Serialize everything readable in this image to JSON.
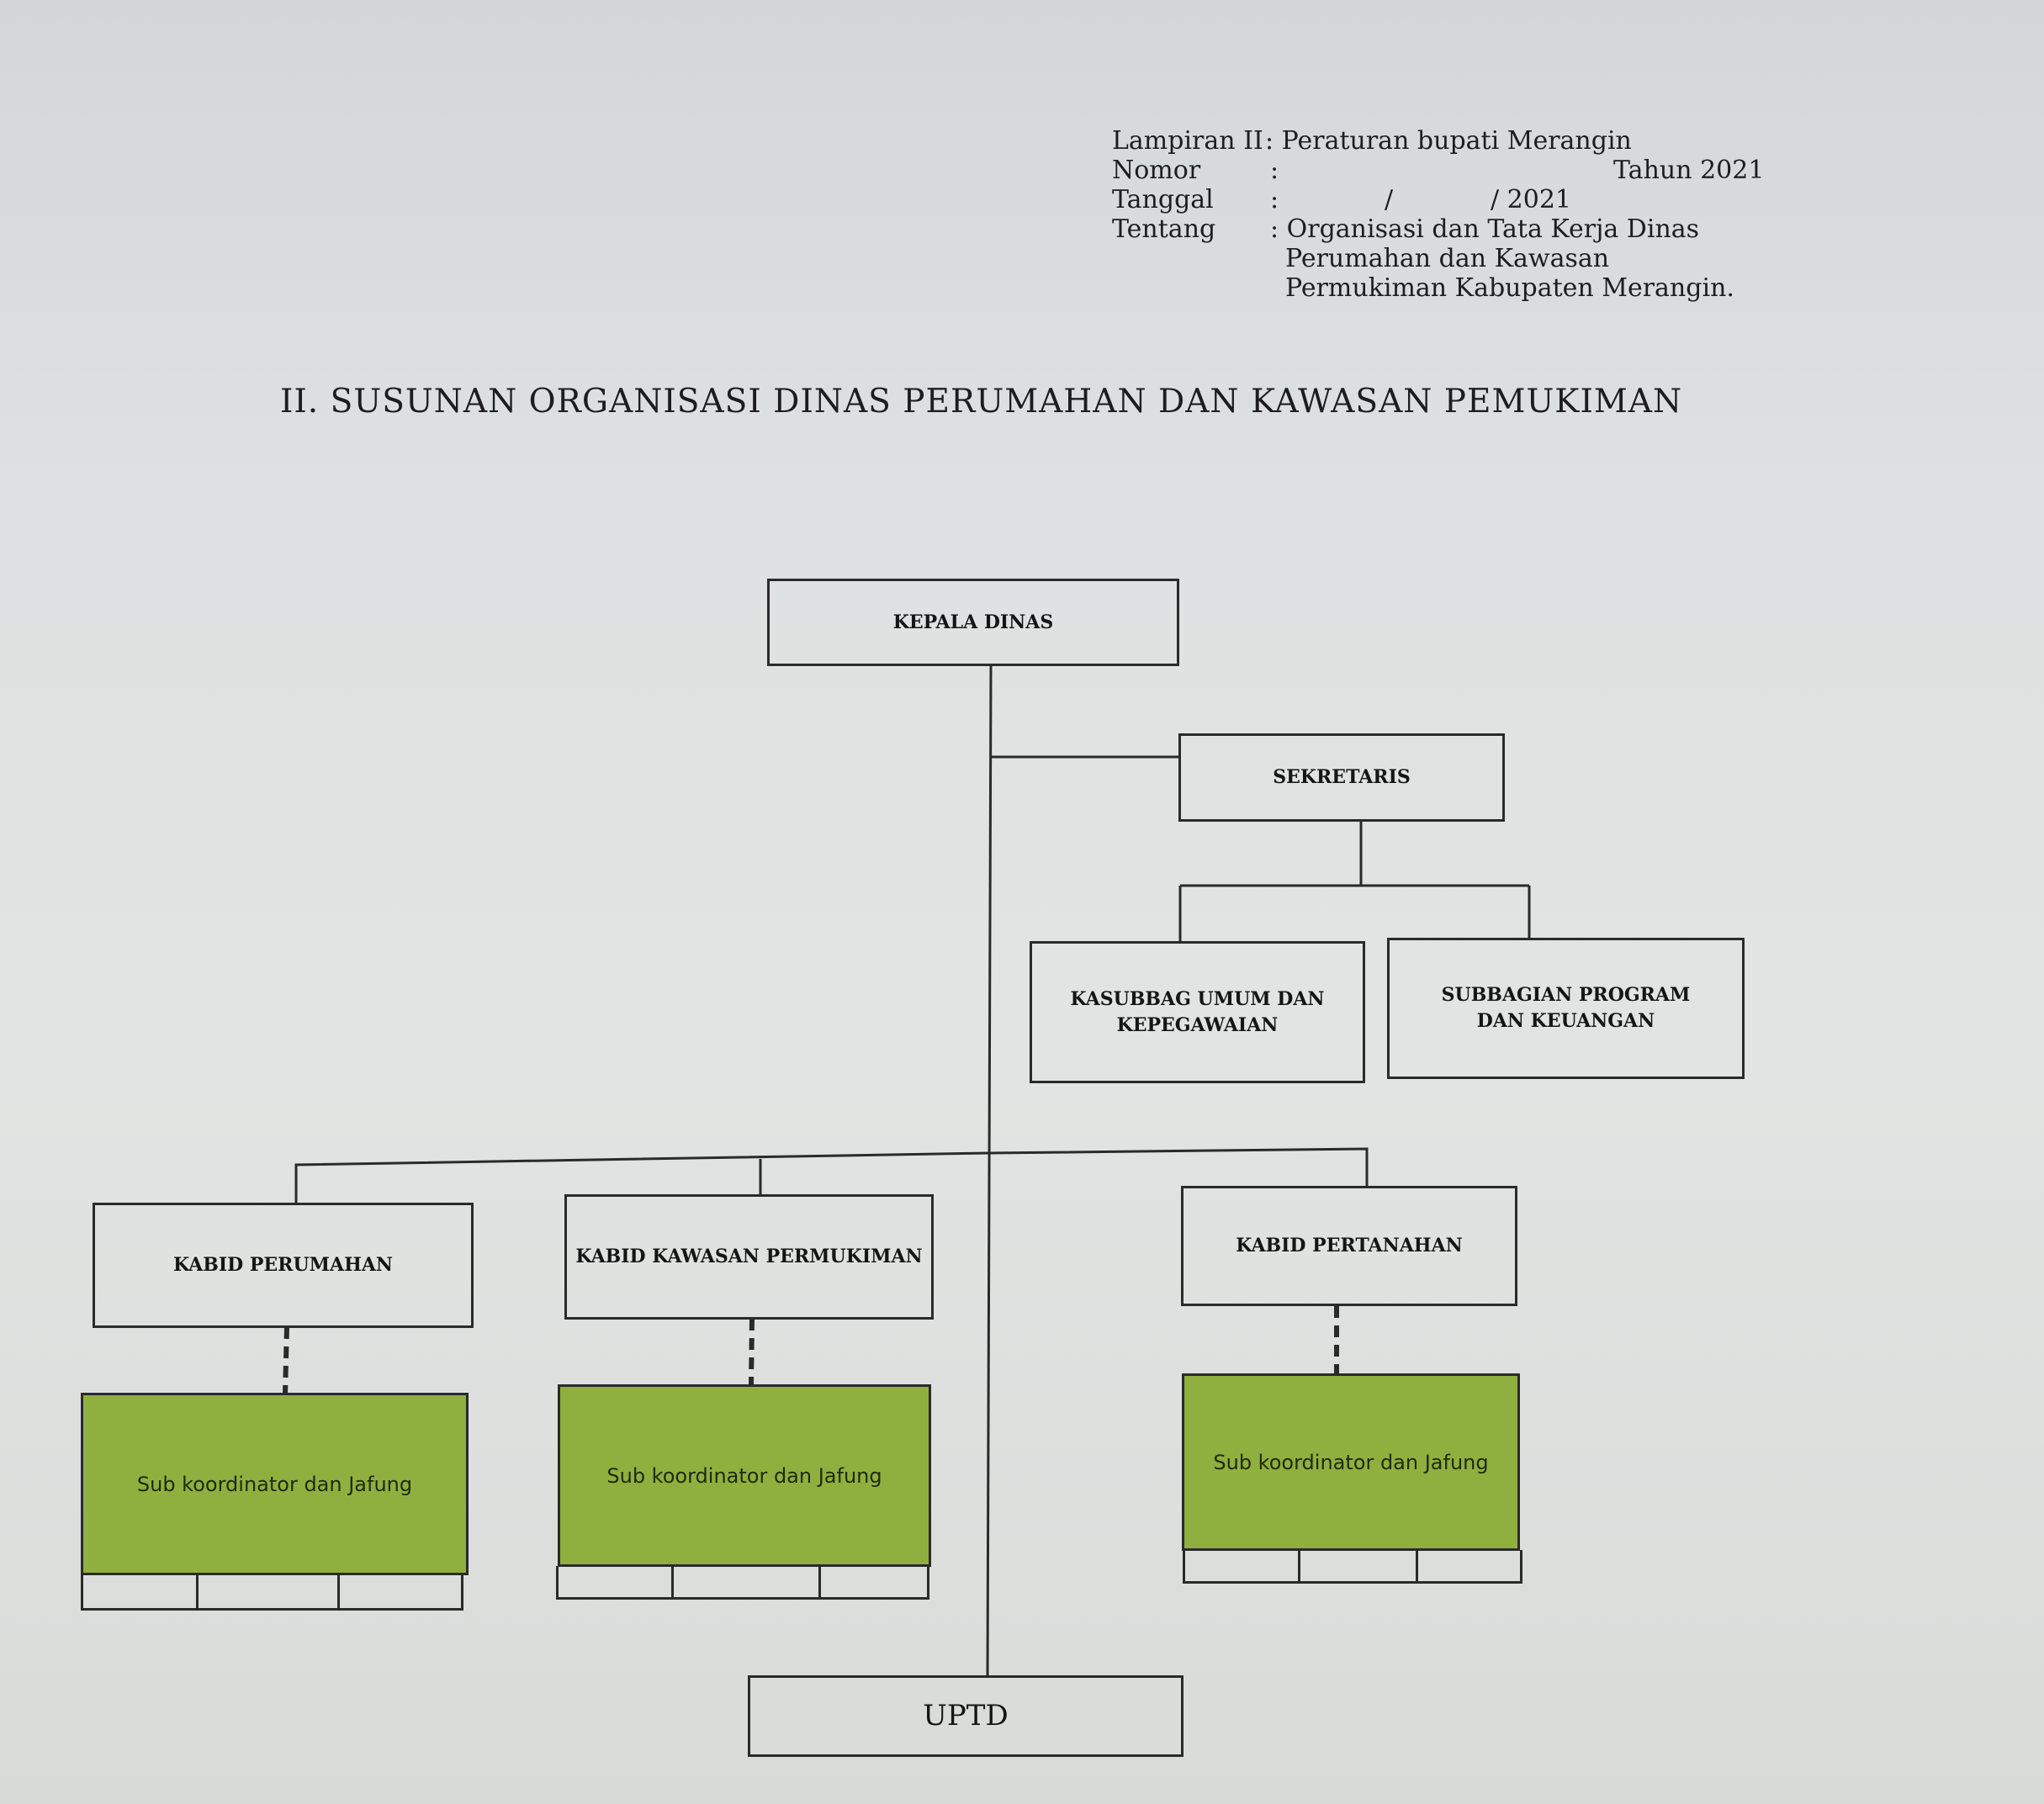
{
  "header": {
    "lampiran_label": "Lampiran II",
    "lampiran_value": ": Peraturan bupati Merangin",
    "nomor_label": "Nomor",
    "nomor_sep": ":",
    "nomor_tahun": "Tahun 2021",
    "tanggal_label": "Tanggal",
    "tanggal_sep": ":",
    "tanggal_slash": "/",
    "tanggal_year": "/ 2021",
    "tentang_label": "Tentang",
    "tentang_line1": ": Organisasi dan Tata Kerja Dinas",
    "tentang_line2": "Perumahan dan Kawasan",
    "tentang_line3": "Permukiman Kabupaten Merangin."
  },
  "title": "II. SUSUNAN ORGANISASI DINAS PERUMAHAN DAN KAWASAN PEMUKIMAN",
  "org": {
    "kepala": "KEPALA DINAS",
    "sekretaris": "SEKRETARIS",
    "kasubbag_umum": "KASUBBAG UMUM DAN KEPEGAWAIAN",
    "subbagian_program": "SUBBAGIAN PROGRAM DAN KEUANGAN",
    "kabid_perumahan": "KABID PERUMAHAN",
    "kabid_kawasan": "KABID KAWASAN PERMUKIMAN",
    "kabid_pertanahan": "KABID PERTANAHAN",
    "sub_1": "Sub koordinator dan Jafung",
    "sub_2": "Sub koordinator dan Jafung",
    "sub_3": "Sub koordinator dan Jafung",
    "uptd": "UPTD"
  },
  "colors": {
    "sub_box_fill": "#8fb03e",
    "line": "#2a2a2a"
  }
}
